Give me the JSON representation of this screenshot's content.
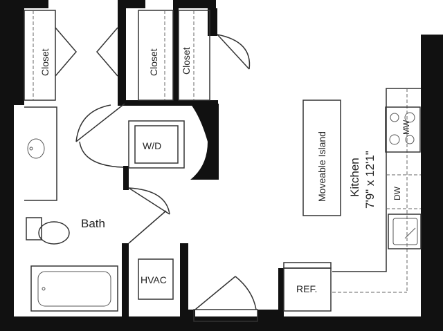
{
  "title": "Studio floor plan",
  "rooms": {
    "closet_1": "Closet",
    "closet_2": "Closet",
    "closet_3": "Closet",
    "washer_dryer": "W/D",
    "bath": "Bath",
    "hvac": "HVAC",
    "island": "Moveable Island",
    "kitchen": "Kitchen",
    "kitchen_dims": "7'9\" x 12'1\"",
    "dishwasher": "DW",
    "microwave": "MW",
    "refrigerator": "REF."
  }
}
